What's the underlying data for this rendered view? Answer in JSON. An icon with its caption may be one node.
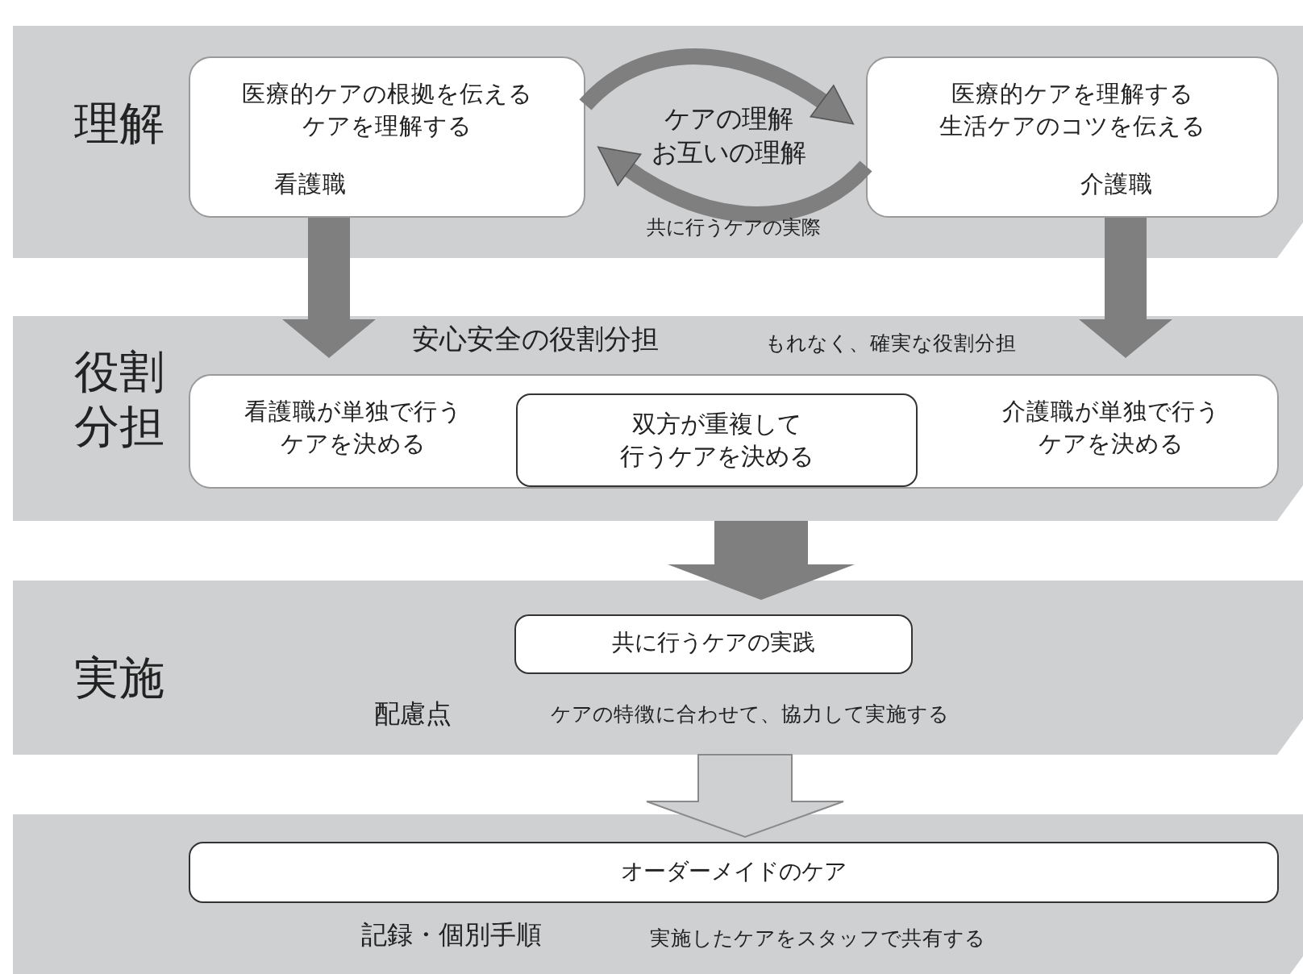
{
  "diagram": {
    "nodes": [
      {
        "text": [
          "理解"
        ]
      },
      {
        "text": [
          "医療的ケアの根拠を伝えるケアを理解する",
          "看護職"
        ],
        "in": 0
      },
      {
        "text": [
          "医療的ケアを理解する生活ケアのコツを伝える",
          "介護職"
        ],
        "in": 0
      },
      {
        "text": [
          "役割分担"
        ]
      },
      {
        "text": [
          "看護職が単独で行うケアを決める",
          "介護職が単独で行うケアを決める"
        ],
        "in": 3
      },
      {
        "text": [
          "双方が重複して行うケアを決める"
        ],
        "in": 4
      },
      {
        "text": [
          "実施"
        ]
      },
      {
        "text": [
          "共に行うケアの実践"
        ],
        "in": 6
      },
      {
        "text": [],
        "shape": "band"
      },
      {
        "text": [
          "オーダーメイドのケア"
        ],
        "in": 8
      }
    ],
    "edges": [
      {
        "from": 1,
        "to": 2,
        "arrow": "to"
      },
      {
        "from": 2,
        "to": 1,
        "arrow": "to"
      },
      {
        "from": 1,
        "to": 3,
        "arrow": "to",
        "style": "thick"
      },
      {
        "from": 2,
        "to": 3,
        "arrow": "to",
        "style": "thick"
      },
      {
        "from": 3,
        "to": 6,
        "arrow": "to",
        "style": "thick"
      },
      {
        "from": 6,
        "to": 8,
        "arrow": "to",
        "style": "thick",
        "color": "#cfd0d2"
      }
    ],
    "labels": [
      "ケアの理解お互いの理解",
      "共に行うケアの実際",
      "安心安全の役割分担",
      "もれなく、確実な役割分担",
      "配慮点",
      "ケアの特徴に合わせて、協力して実施する",
      "記録・個別手順",
      "実施したケアをスタッフで共有する"
    ]
  }
}
